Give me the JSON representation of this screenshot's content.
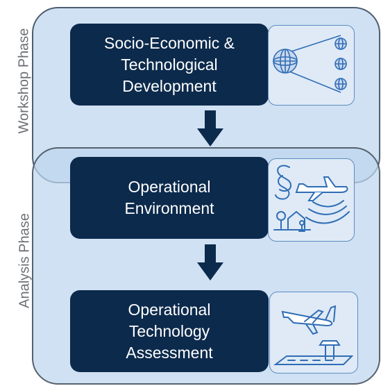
{
  "phases": {
    "workshop_label": "Workshop Phase",
    "analysis_label": "Analysis Phase"
  },
  "steps": [
    {
      "lines": [
        "Socio-Economic &",
        "Technological",
        "Development"
      ],
      "icon": "globe-network-icon"
    },
    {
      "lines": [
        "Operational",
        "Environment"
      ],
      "icon": "regulation-aircraft-noise-icon"
    },
    {
      "lines": [
        "Operational",
        "Technology",
        "Assessment"
      ],
      "icon": "aircraft-tower-runway-icon"
    }
  ],
  "colors": {
    "box": "#0c2a4c",
    "phase_fill": "#bed6ee",
    "icon_stroke": "#2f6db5",
    "arrow": "#0c2a4c"
  }
}
